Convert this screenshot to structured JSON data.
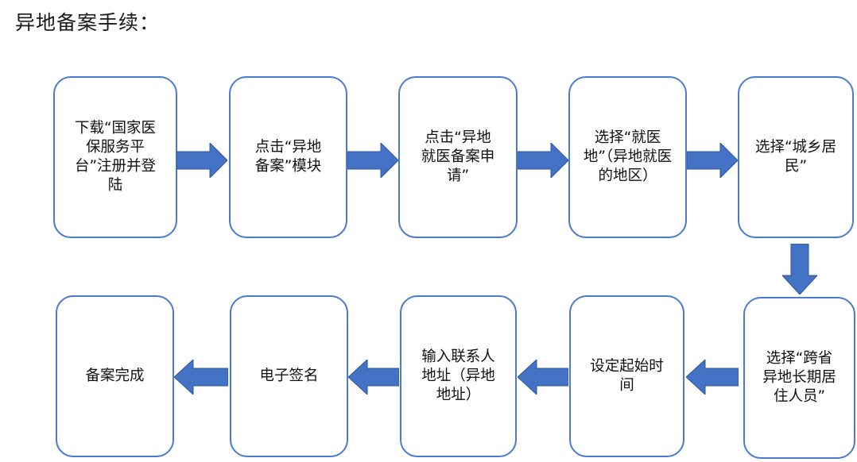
{
  "title": "异地备案手续：",
  "steps": [
    {
      "label": "下载“国家医保服务平台”注册并登陆"
    },
    {
      "label": "点击“异地备案”模块"
    },
    {
      "label": "点击“异地就医备案申请”"
    },
    {
      "label": "选择“就医地”（异地就医的地区）"
    },
    {
      "label": "选择“城乡居民”"
    },
    {
      "label": "选择“跨省异地长期居住人员”"
    },
    {
      "label": "设定起始时间"
    },
    {
      "label": "输入联系人地址（异地地址）"
    },
    {
      "label": "电子签名"
    },
    {
      "label": "备案完成"
    }
  ],
  "colors": {
    "box_border": "#4a7bd0",
    "arrow": "#4472c4"
  }
}
